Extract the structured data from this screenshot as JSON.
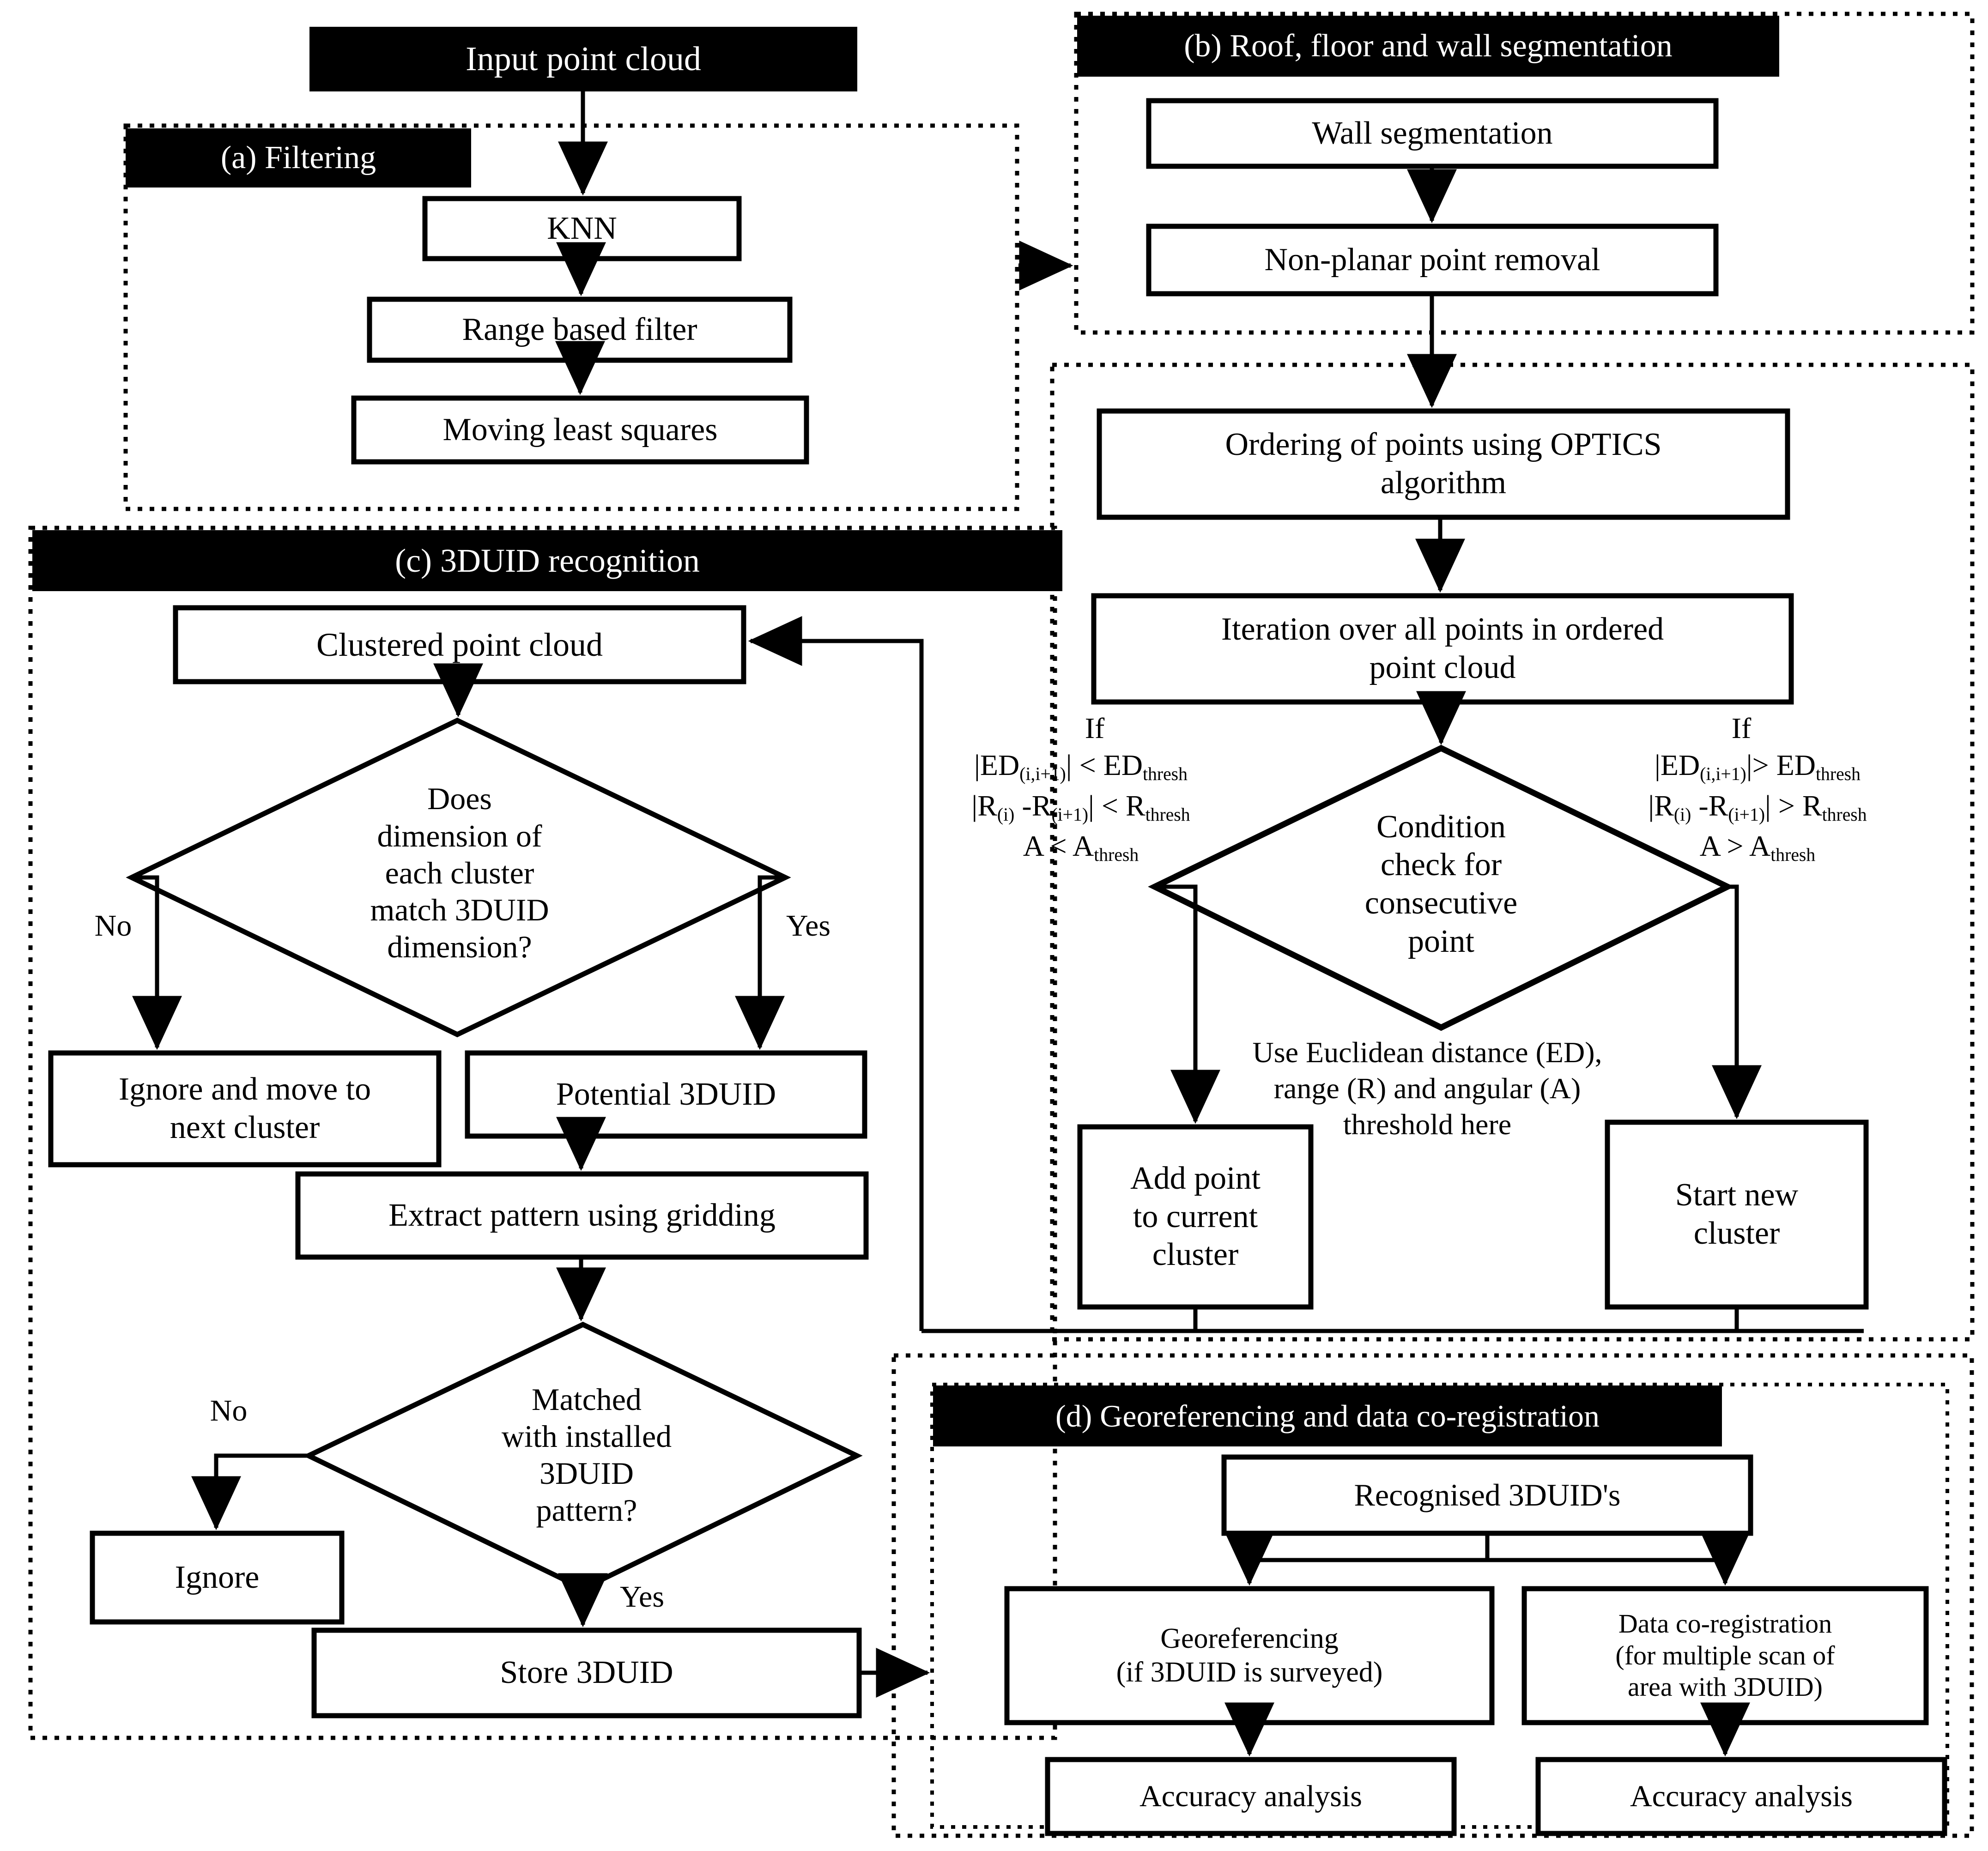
{
  "figure": {
    "type": "flowchart",
    "title": "3DUID point cloud processing workflow",
    "colors": {
      "ink": "#000000",
      "paper": "#ffffff",
      "header_fill": "#000000",
      "header_text": "#ffffff"
    }
  },
  "start_node": {
    "label": "Input point cloud"
  },
  "sections": {
    "a": {
      "key": "(a)",
      "title": "(a) Filtering"
    },
    "b": {
      "key": "(b)",
      "title": "(b) Roof, floor and wall segmentation"
    },
    "c": {
      "key": "(c)",
      "title": "(c) 3DUID recognition"
    },
    "d": {
      "key": "(d)",
      "title": "(d) Georeferencing and data co-registration"
    }
  },
  "nodes": {
    "knn": "KNN",
    "range_filter": "Range based filter",
    "mls": "Moving least squares",
    "wall_seg": "Wall segmentation",
    "nonplanar": "Non-planar point removal",
    "optics": "Ordering of points using OPTICS\nalgorithm",
    "iteration": "Iteration over all points in ordered\npoint cloud",
    "condition": "Condition\ncheck for\nconsecutive\npoint",
    "add_point": "Add point\nto current\ncluster",
    "start_cluster": "Start new\ncluster",
    "clustered": "Clustered point cloud",
    "dim_check": "Does\ndimension of\neach cluster\nmatch 3DUID\ndimension?",
    "ignore_next": "Ignore and move to\nnext cluster",
    "potential": "Potential 3DUID",
    "extract": "Extract pattern using gridding",
    "matched": "Matched\nwith installed\n3DUID\npattern?",
    "ignore": "Ignore",
    "store": "Store 3DUID",
    "recognised": "Recognised 3DUID's",
    "georef": "Georeferencing\n(if 3DUID is surveyed)",
    "coreg": "Data co-registration\n(for multiple scan of\narea with 3DUID)",
    "accuracy_left": "Accuracy analysis",
    "accuracy_right": "Accuracy analysis"
  },
  "edge_labels": {
    "if_left": "If",
    "if_right": "If",
    "dim_no": "No",
    "dim_yes": "Yes",
    "match_no": "No",
    "match_yes": "Yes",
    "threshold_note": "Use Euclidean distance (ED),\nrange (R) and angular (A)\nthreshold here"
  },
  "conditions": {
    "left": {
      "line1": {
        "pre": "|ED",
        "sub1": "(i,i+1)",
        "mid": "| < ED",
        "sub2": "thresh"
      },
      "line2": {
        "pre": "|R",
        "sub1": "(i)",
        "mid": " -R",
        "sub2": "(i+1)",
        "post": "| < R",
        "sub3": "thresh"
      },
      "line3": {
        "pre": "A < A",
        "sub1": "thresh"
      }
    },
    "right": {
      "line1": {
        "pre": "|ED",
        "sub1": "(i,i+1)",
        "mid": "|> ED",
        "sub2": "thresh"
      },
      "line2": {
        "pre": "|R",
        "sub1": "(i)",
        "mid": " -R",
        "sub2": "(i+1)",
        "post": "| > R",
        "sub3": "thresh"
      },
      "line3": {
        "pre": "A > A",
        "sub1": "thresh"
      }
    }
  }
}
